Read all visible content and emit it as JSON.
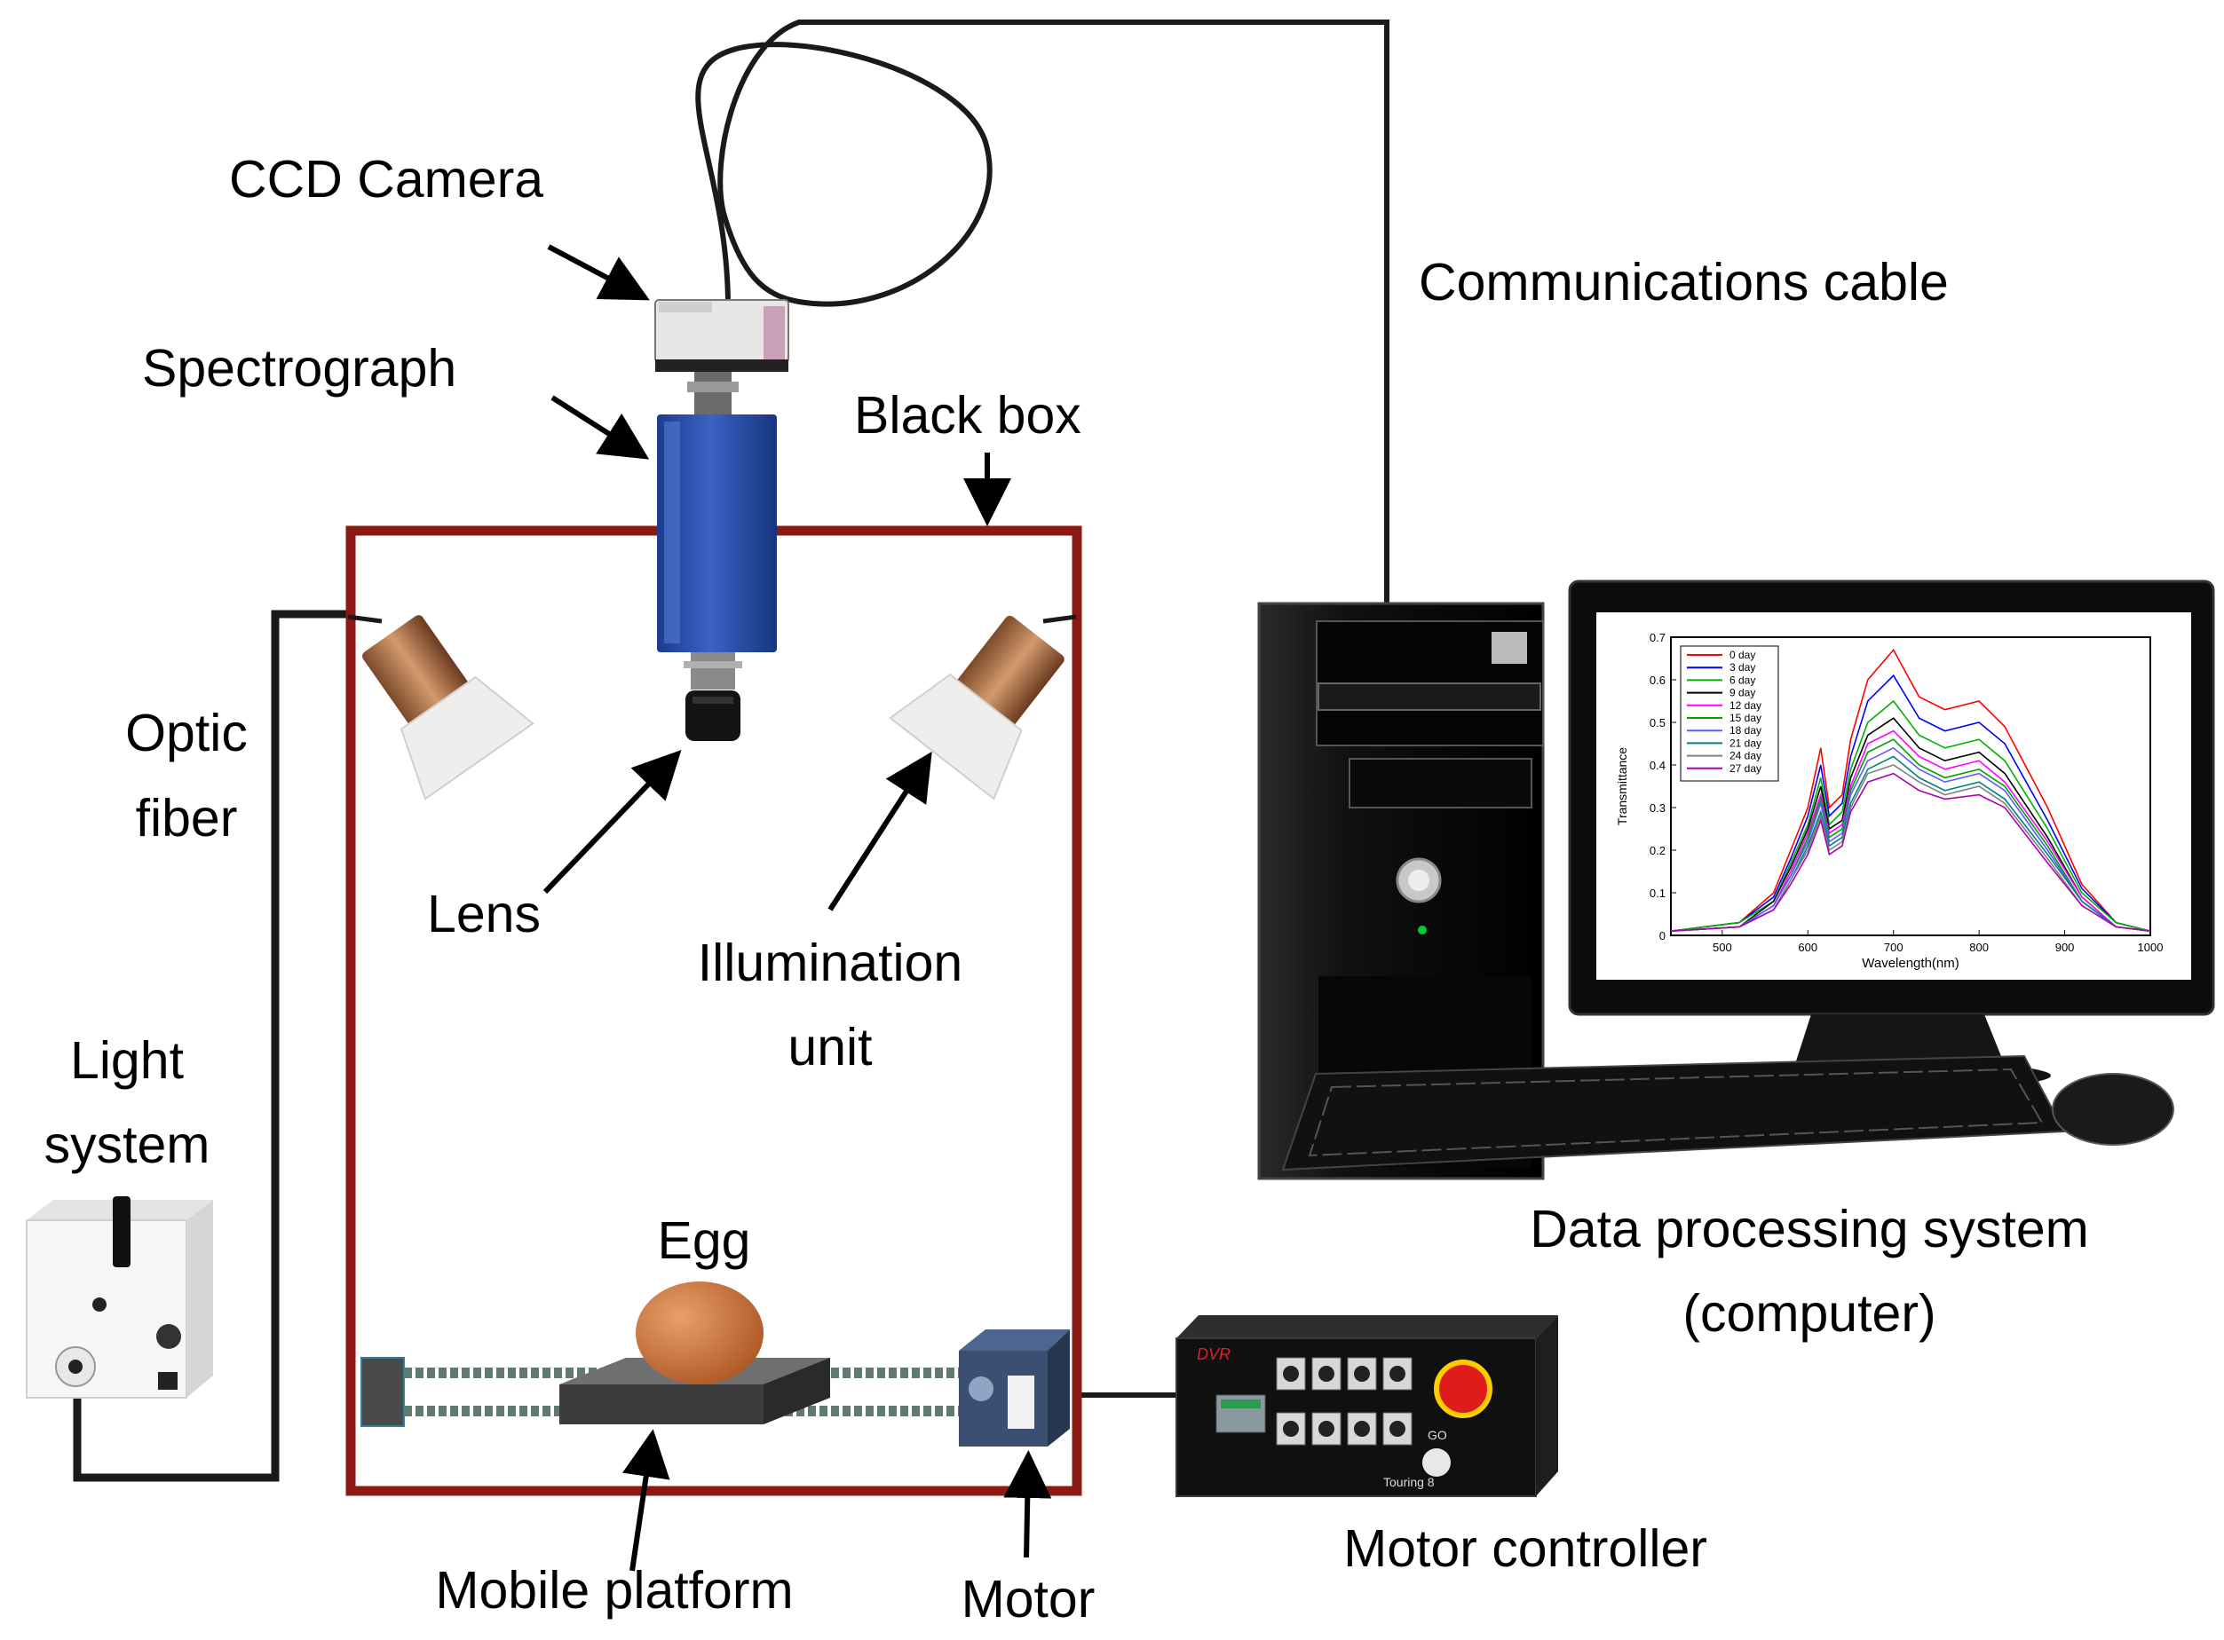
{
  "labels": {
    "ccd_camera": "CCD Camera",
    "spectrograph": "Spectrograph",
    "black_box": "Black box",
    "communications_cable": "Communications cable",
    "optic_fiber_1": "Optic",
    "optic_fiber_2": "fiber",
    "lens": "Lens",
    "illumination_1": "Illumination",
    "illumination_2": "unit",
    "light_system_1": "Light",
    "light_system_2": "system",
    "egg": "Egg",
    "mobile_platform": "Mobile platform",
    "motor": "Motor",
    "motor_controller": "Motor controller",
    "data_processing_1": "Data processing system",
    "data_processing_2": "(computer)"
  },
  "controller": {
    "brand": "DVR",
    "model": "Touring 8",
    "go_label": "GO"
  },
  "colors": {
    "black_box": "#8b1a14",
    "cable": "#1a1a1a",
    "spectrograph": "#2a4ea8",
    "egg": "#c8743e"
  },
  "chart_data": {
    "type": "line",
    "title": "",
    "xlabel": "Wavelength(nm)",
    "ylabel": "Transmittance",
    "xlim": [
      440,
      1000
    ],
    "ylim": [
      0,
      0.7
    ],
    "x_ticks": [
      "500",
      "600",
      "700",
      "800",
      "900",
      "1000"
    ],
    "y_ticks": [
      "0",
      "0.1",
      "0.2",
      "0.3",
      "0.4",
      "0.5",
      "0.6",
      "0.7"
    ],
    "legend_position": "top-left",
    "x": [
      440,
      520,
      560,
      580,
      600,
      615,
      625,
      640,
      650,
      670,
      700,
      730,
      760,
      800,
      830,
      880,
      920,
      960,
      1000
    ],
    "series": [
      {
        "name": "0 day",
        "color": "#ff0000",
        "values": [
          0.01,
          0.03,
          0.1,
          0.2,
          0.3,
          0.44,
          0.3,
          0.33,
          0.46,
          0.6,
          0.67,
          0.56,
          0.53,
          0.55,
          0.49,
          0.3,
          0.12,
          0.03,
          0.01
        ]
      },
      {
        "name": "3 day",
        "color": "#0000ff",
        "values": [
          0.01,
          0.03,
          0.09,
          0.18,
          0.28,
          0.4,
          0.28,
          0.31,
          0.42,
          0.55,
          0.61,
          0.51,
          0.48,
          0.5,
          0.45,
          0.27,
          0.11,
          0.03,
          0.01
        ]
      },
      {
        "name": "6 day",
        "color": "#00b000",
        "values": [
          0.01,
          0.03,
          0.08,
          0.17,
          0.26,
          0.37,
          0.26,
          0.29,
          0.39,
          0.5,
          0.55,
          0.47,
          0.44,
          0.46,
          0.41,
          0.25,
          0.1,
          0.03,
          0.01
        ]
      },
      {
        "name": "9 day",
        "color": "#000000",
        "values": [
          0.01,
          0.02,
          0.08,
          0.16,
          0.25,
          0.35,
          0.25,
          0.27,
          0.37,
          0.47,
          0.51,
          0.44,
          0.41,
          0.43,
          0.38,
          0.23,
          0.09,
          0.02,
          0.01
        ]
      },
      {
        "name": "12 day",
        "color": "#ff00ff",
        "values": [
          0.01,
          0.02,
          0.07,
          0.15,
          0.24,
          0.33,
          0.24,
          0.26,
          0.35,
          0.45,
          0.48,
          0.42,
          0.39,
          0.41,
          0.36,
          0.22,
          0.09,
          0.02,
          0.01
        ]
      },
      {
        "name": "15 day",
        "color": "#00a000",
        "values": [
          0.01,
          0.02,
          0.07,
          0.14,
          0.23,
          0.32,
          0.23,
          0.25,
          0.34,
          0.43,
          0.46,
          0.4,
          0.37,
          0.39,
          0.35,
          0.21,
          0.08,
          0.02,
          0.01
        ]
      },
      {
        "name": "18 day",
        "color": "#5a5aff",
        "values": [
          0.01,
          0.02,
          0.07,
          0.14,
          0.22,
          0.31,
          0.22,
          0.24,
          0.33,
          0.41,
          0.44,
          0.39,
          0.36,
          0.38,
          0.34,
          0.2,
          0.08,
          0.02,
          0.01
        ]
      },
      {
        "name": "21 day",
        "color": "#008080",
        "values": [
          0.01,
          0.02,
          0.06,
          0.13,
          0.21,
          0.29,
          0.21,
          0.23,
          0.31,
          0.39,
          0.42,
          0.37,
          0.34,
          0.36,
          0.32,
          0.19,
          0.08,
          0.02,
          0.01
        ]
      },
      {
        "name": "24 day",
        "color": "#808080",
        "values": [
          0.01,
          0.02,
          0.06,
          0.13,
          0.2,
          0.28,
          0.2,
          0.22,
          0.3,
          0.38,
          0.4,
          0.36,
          0.33,
          0.35,
          0.31,
          0.18,
          0.07,
          0.02,
          0.01
        ]
      },
      {
        "name": "27 day",
        "color": "#b000b0",
        "values": [
          0.01,
          0.02,
          0.06,
          0.12,
          0.19,
          0.27,
          0.19,
          0.21,
          0.29,
          0.36,
          0.38,
          0.34,
          0.32,
          0.33,
          0.3,
          0.17,
          0.07,
          0.02,
          0.01
        ]
      }
    ]
  }
}
